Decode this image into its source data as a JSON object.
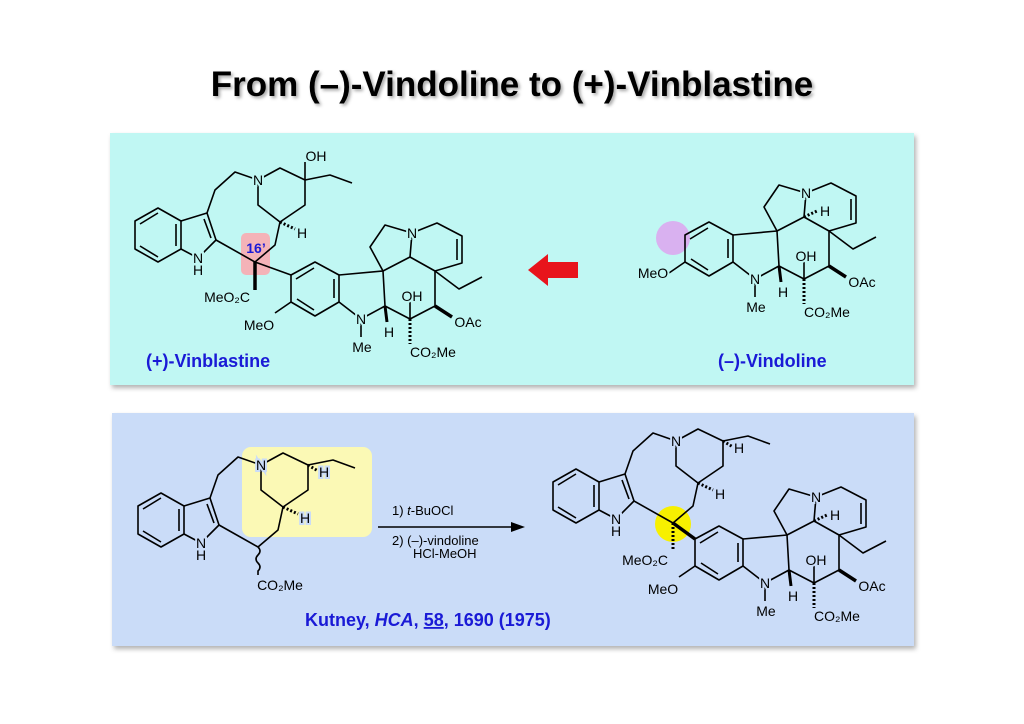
{
  "title": "From (–)-Vindoline to (+)-Vinblastine",
  "colors": {
    "top_panel": "#c0f7f3",
    "bottom_panel": "#cadcf8",
    "label_blue": "#1a1ad6",
    "arrow_red": "#e8141c",
    "highlight_pink": "#f4b3b8",
    "highlight_purple": "#dba9ef",
    "highlight_yellow": "#fbf9b5",
    "highlight_yellow_dot": "#f7f000"
  },
  "top_panel": {
    "vinblastine": {
      "name": "(+)-Vinblastine",
      "atoms": {
        "oh_top": "OH",
        "n_upper": "N",
        "h_upper": "H",
        "c16": "16’",
        "nh_n": "N",
        "nh_h": "H",
        "meo2c": "MeO₂C",
        "meo": "MeO",
        "n_lower": "N",
        "me": "Me",
        "h_lower": "H",
        "oh": "OH",
        "oac": "OAc",
        "co2me": "CO₂Me",
        "n_top": "N"
      }
    },
    "arrow_icon": "left-arrow",
    "vindoline": {
      "name": "(–)-Vindoline",
      "atoms": {
        "n_top": "N",
        "h_top": "H",
        "meo": "MeO",
        "n_lower": "N",
        "me": "Me",
        "h_lower": "H",
        "oh": "OH",
        "oac": "OAc",
        "co2me": "CO₂Me"
      }
    }
  },
  "bottom_panel": {
    "reactant": {
      "atoms": {
        "n": "N",
        "h_ethyl": "H",
        "h_ring": "H",
        "nh_n": "N",
        "nh_h": "H",
        "co2me": "CO₂Me"
      }
    },
    "reagents": {
      "step1_prefix": "1) ",
      "step1_italic": "t",
      "step1_rest": "-BuOCl",
      "step2": "2) (–)-vindoline",
      "step2_line2": "HCl-MeOH"
    },
    "product": {
      "atoms": {
        "n_upper": "N",
        "h_ethyl": "H",
        "h_ring": "H",
        "nh_n": "N",
        "nh_h": "H",
        "meo2c": "MeO₂C",
        "meo": "MeO",
        "n_lower": "N",
        "me": "Me",
        "h_lower": "H",
        "oh": "OH",
        "oac": "OAc",
        "co2me": "CO₂Me",
        "n_top": "N",
        "h_top": "H"
      }
    },
    "citation": {
      "author": "Kutney, ",
      "journal": "HCA",
      "sep": ", ",
      "volume": "58",
      "rest": ", 1690 (1975)"
    }
  }
}
